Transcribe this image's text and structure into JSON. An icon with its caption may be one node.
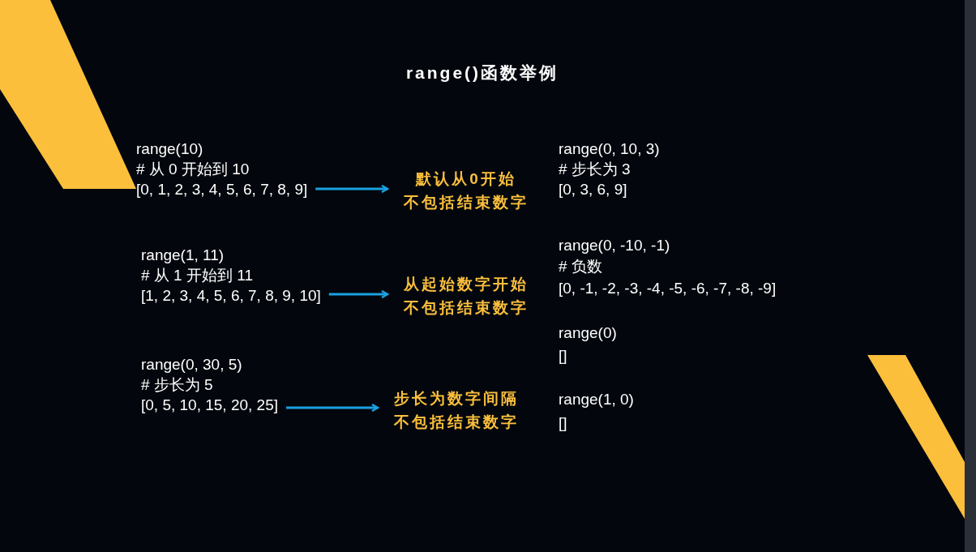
{
  "diagram": {
    "title": "range()函数举例",
    "nodes": [
      {
        "text": [
          "range(10)",
          "# 从 0 开始到 10",
          "[0, 1, 2, 3, 4, 5, 6, 7, 8, 9]"
        ]
      },
      {
        "text": [
          "range(1, 11)",
          "# 从 1 开始到 11",
          "[1, 2, 3, 4, 5, 6, 7, 8, 9, 10]"
        ]
      },
      {
        "text": [
          "range(0, 30, 5)",
          "# 步长为 5",
          "[0, 5, 10, 15, 20, 25]"
        ]
      },
      {
        "text": [
          "默认从0开始",
          "不包括结束数字"
        ]
      },
      {
        "text": [
          "从起始数字开始",
          "不包括结束数字"
        ]
      },
      {
        "text": [
          "步长为数字间隔",
          "不包括结束数字"
        ]
      }
    ],
    "edges": [
      {
        "from": 0,
        "to": 3,
        "arrow": "to"
      },
      {
        "from": 1,
        "to": 4,
        "arrow": "to"
      },
      {
        "from": 2,
        "to": 5,
        "arrow": "to"
      }
    ],
    "labels": [
      "range(0, 10, 3)",
      "# 步长为 3",
      "[0, 3, 6, 9]",
      "range(0, -10, -1)",
      "# 负数",
      "[0, -1, -2, -3, -4, -5, -6, -7, -8, -9]",
      "range(0)",
      "[]",
      "range(1, 0)",
      "[]"
    ]
  }
}
